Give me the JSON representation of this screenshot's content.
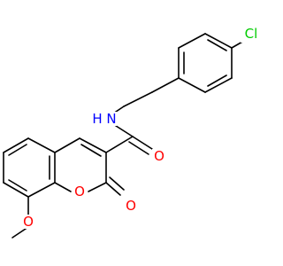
{
  "colors": {
    "bond": "#000000",
    "oxygen": "#ff0000",
    "nitrogen": "#0000ff",
    "chlorine": "#00cc00",
    "background": "#ffffff"
  },
  "atoms": {
    "cl": "Cl",
    "nh": "N",
    "h": "H",
    "o_amide": "O",
    "o_ring": "O",
    "o_lactone": "O",
    "o_methoxy": "O"
  }
}
